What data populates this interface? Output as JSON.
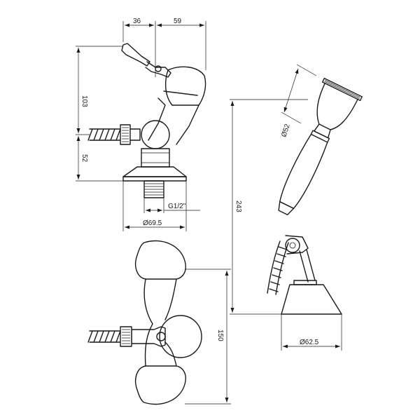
{
  "dimensions": {
    "side_top_left": "36",
    "side_top_right": "59",
    "side_height_upper": "103",
    "side_height_lower": "52",
    "thread": "G1/2\"",
    "base_diameter": "Ø69.5",
    "front_height": "150",
    "shower_length": "243",
    "shower_head_diameter": "Ø52",
    "holder_base_diameter": "Ø62.5"
  }
}
